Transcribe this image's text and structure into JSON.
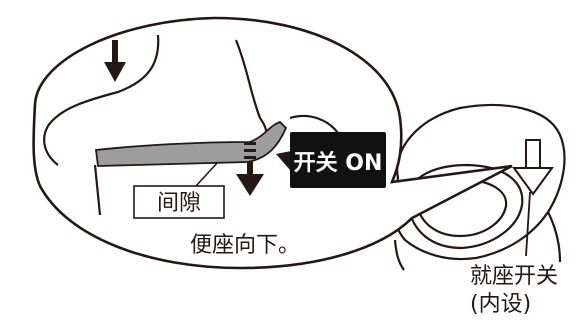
{
  "labels": {
    "gap": "间隙",
    "switch_on": "开关 ON",
    "seat_down": "便座向下。",
    "seat_switch_line1": "就座开关",
    "seat_switch_line2": "(内设)"
  },
  "colors": {
    "outline": "#231815",
    "seat_gray": "#9d9d9d",
    "switch_bg": "#111111",
    "switch_text": "#ffffff"
  },
  "icons": {
    "arrow": "down-arrow-icon",
    "hollow_arrow": "hollow-down-arrow-icon"
  }
}
